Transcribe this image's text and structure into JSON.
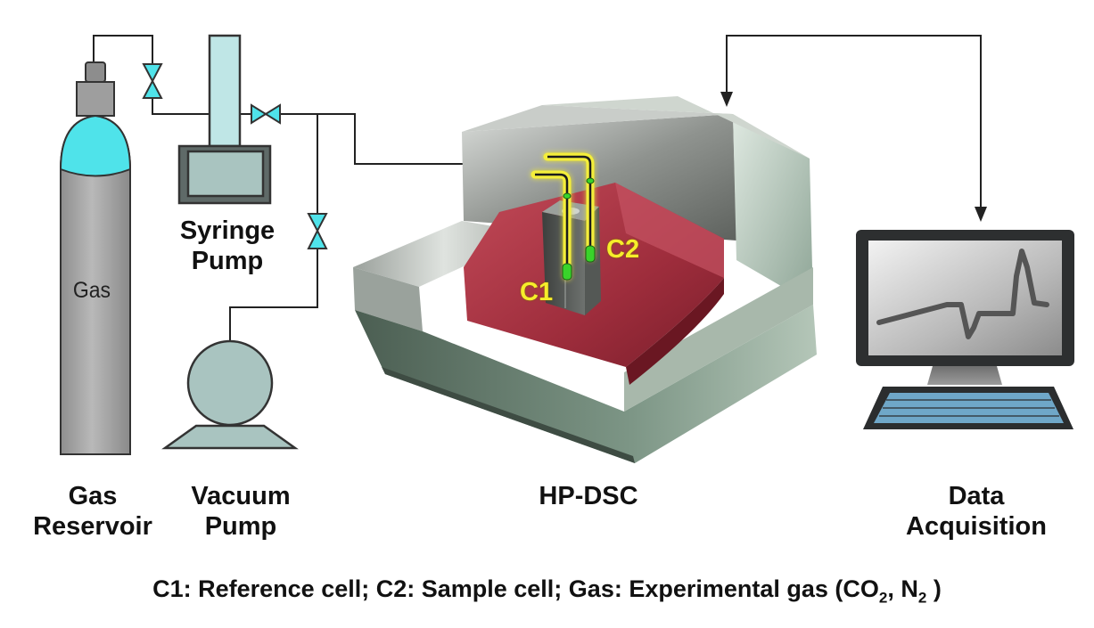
{
  "labels": {
    "gas_reservoir": [
      "Gas",
      "Reservoir"
    ],
    "vacuum_pump": [
      "Vacuum",
      "Pump"
    ],
    "syringe_pump": [
      "Syringe",
      "Pump"
    ],
    "hp_dsc": "HP-DSC",
    "data_acquisition": [
      "Data",
      "Acquisition"
    ],
    "cylinder_text": "Gas",
    "c1": "C1",
    "c2": "C2"
  },
  "caption": {
    "part1": "C1: Reference cell;  C2: Sample cell;  Gas: Experimental gas (CO",
    "sub1": "2",
    "part2": ", N",
    "sub2": "2",
    "part3": " )"
  },
  "colors": {
    "line": "#222222",
    "cyan": "#4fe3ea",
    "pale_cyan": "#bfe6e6",
    "teal_grey": "#a9c4c0",
    "cylinder_grey": "#a9a9a9",
    "dsc_red": "#a83444",
    "tube_yellow": "#f4ee3a",
    "marker_green": "#39d42a"
  },
  "icons": [
    "gas-cylinder-icon",
    "valve-icon",
    "syringe-pump-icon",
    "vacuum-pump-icon",
    "hp-dsc-instrument-icon",
    "monitor-icon",
    "keyboard-icon"
  ]
}
